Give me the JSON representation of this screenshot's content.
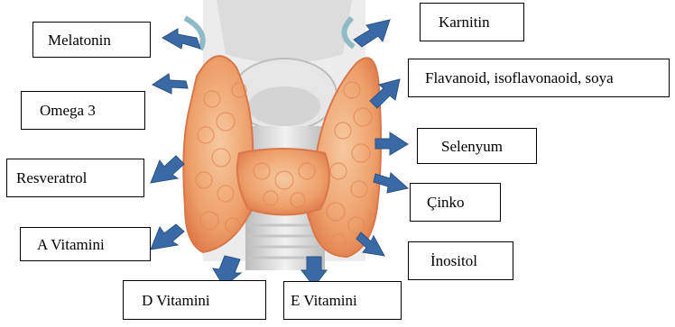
{
  "diagram": {
    "center_image": "thyroid-gland-illustration",
    "labels": {
      "melatonin": "Melatonin",
      "omega3": "Omega 3",
      "resveratrol": "Resveratrol",
      "a_vitamini": "A Vitamini",
      "d_vitamini": "D Vitamini",
      "e_vitamini": "E Vitamini",
      "karnitin": "Karnitin",
      "flavanoid": "Flavanoid, isoflavonaoid, soya",
      "selenyum": "Selenyum",
      "cinko": "Çinko",
      "inositol": "İnositol"
    },
    "colors": {
      "arrow": "#3a6aa6",
      "gland": "#f0a874",
      "trachea": "#d9d9d9",
      "box_border": "#000000"
    }
  }
}
